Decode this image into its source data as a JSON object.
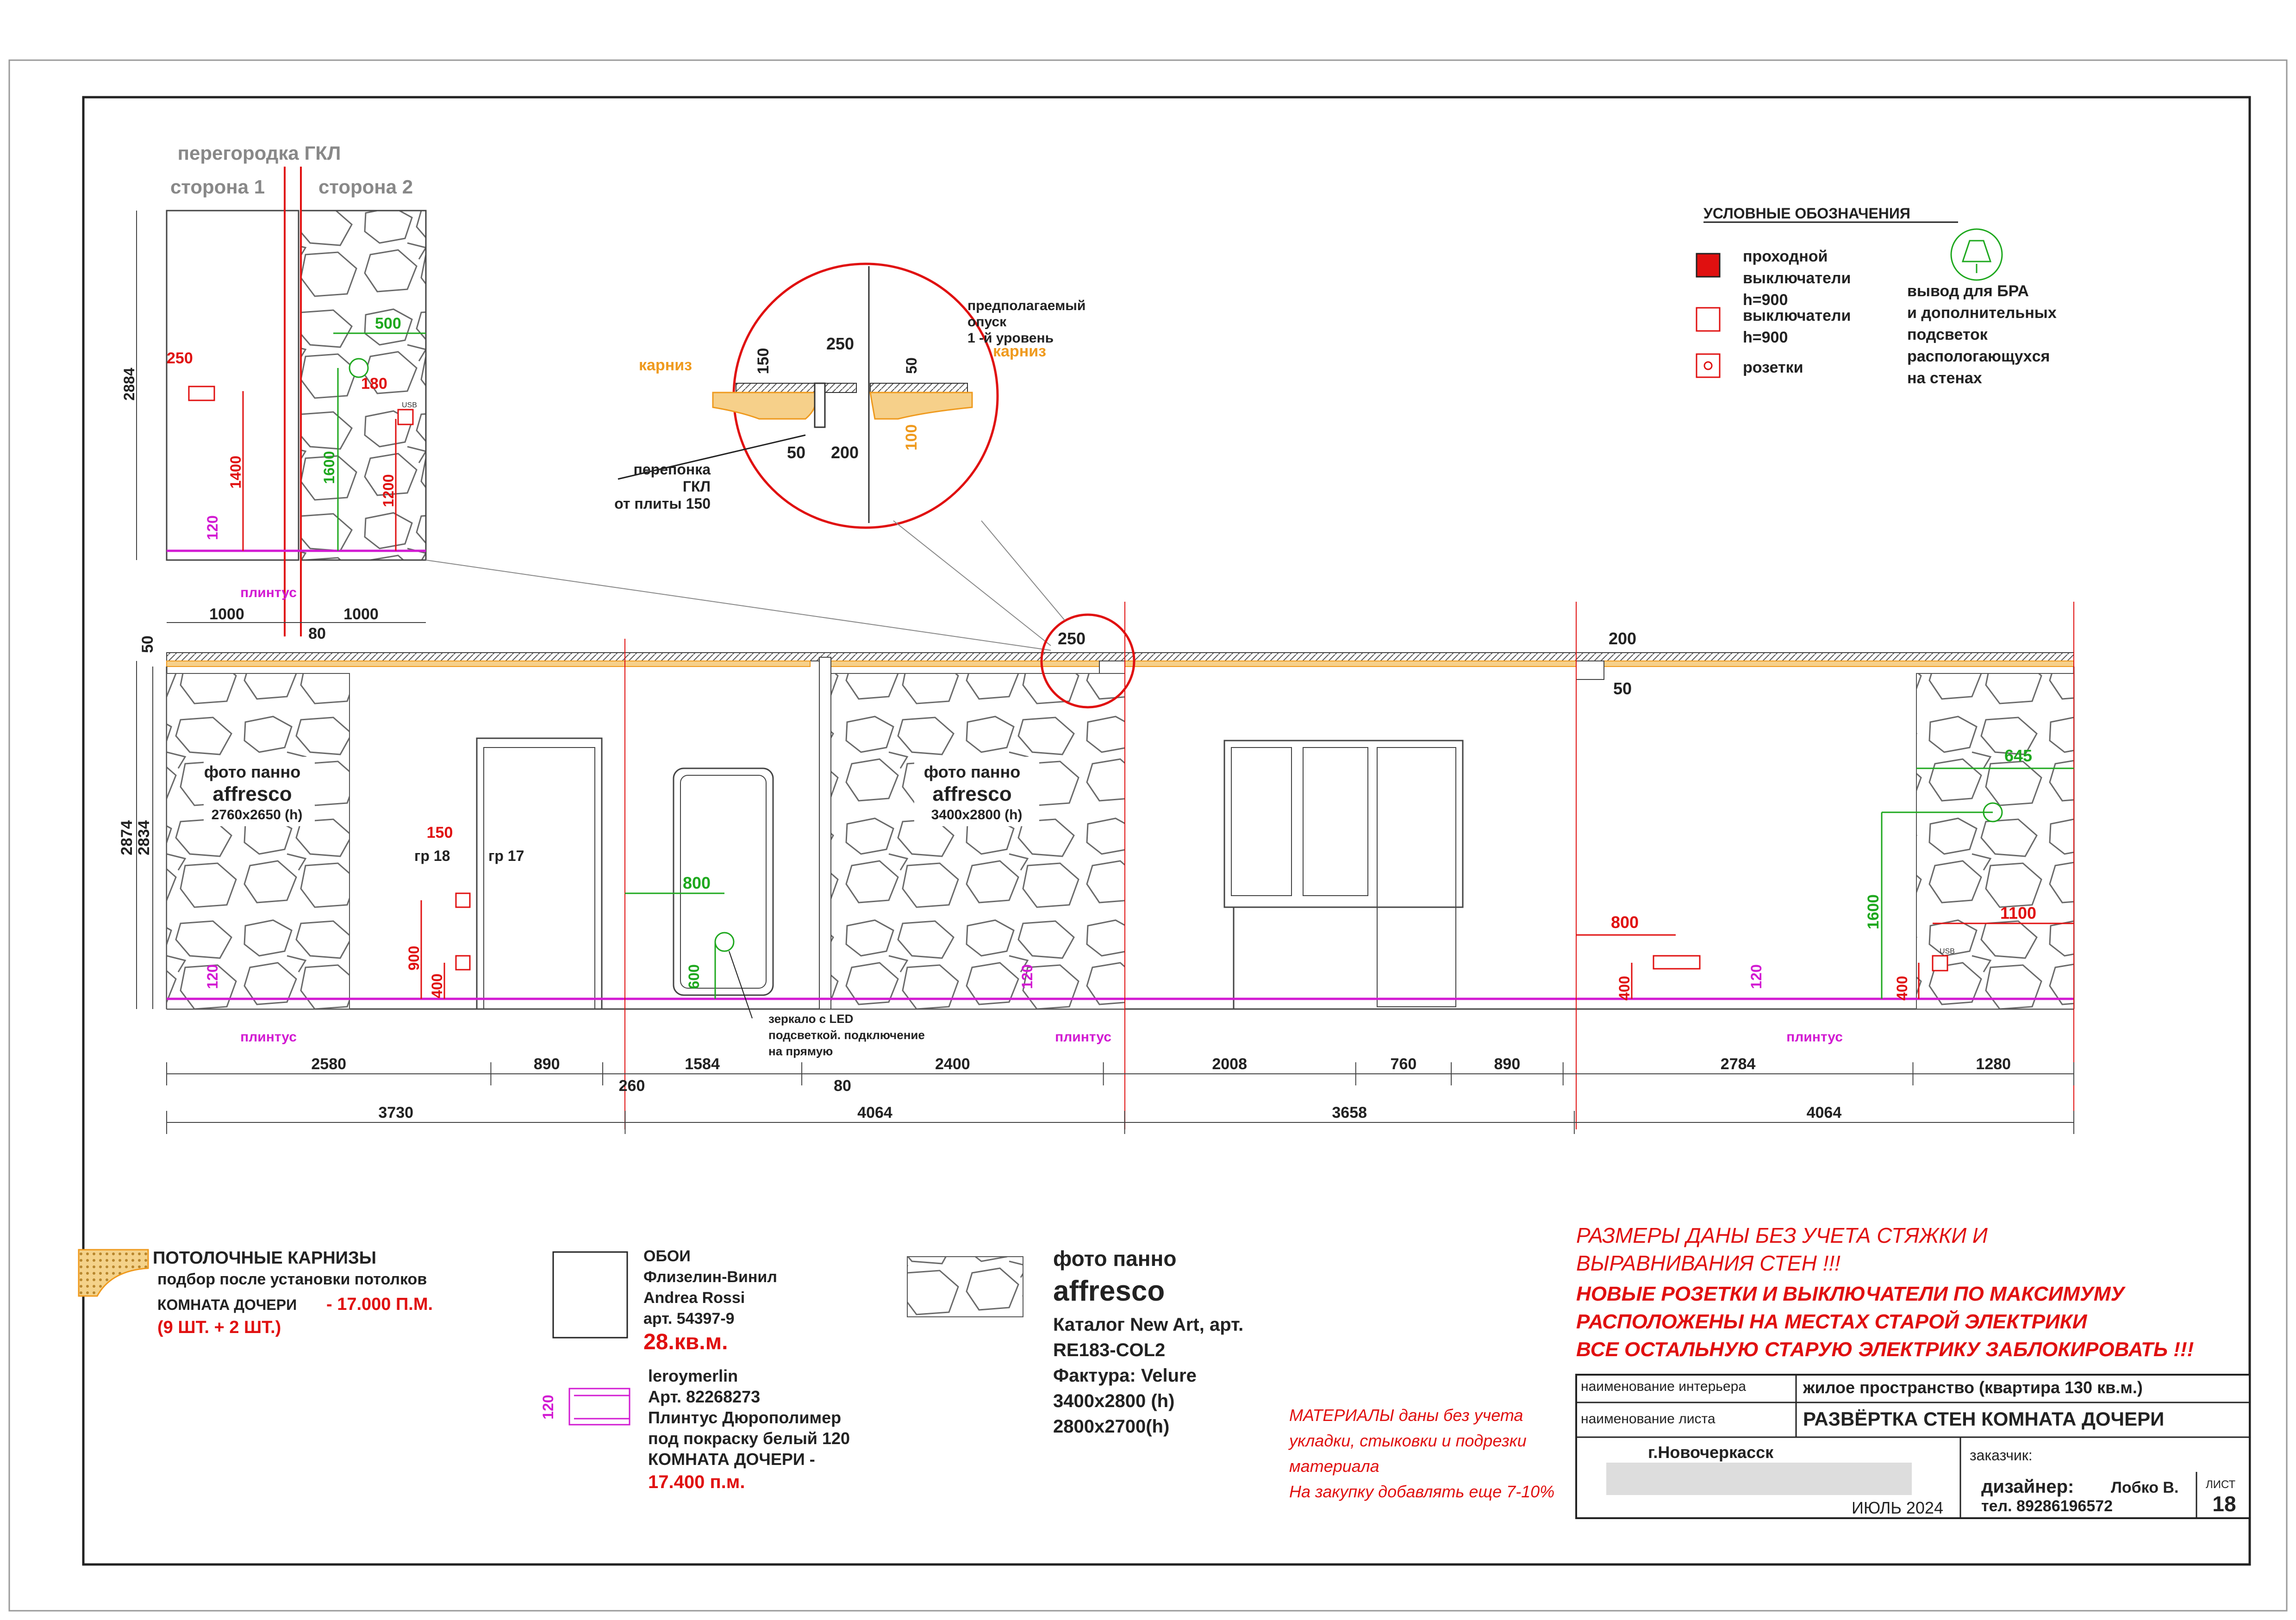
{
  "partition": {
    "title": "перегородка ГКЛ",
    "side1": "сторона 1",
    "side2": "сторона 2",
    "dims": {
      "height": "2884",
      "d250": "250",
      "d1400": "1400",
      "d120": "120",
      "d500": "500",
      "d180": "180",
      "d1600": "1600",
      "d1200": "1200",
      "w1": "1000",
      "w2": "1000",
      "w80": "80",
      "usb": "USB"
    },
    "plinth": "плинтус"
  },
  "detail": {
    "cornice_left": "карниз",
    "cornice_right": "карниз",
    "d150": "150",
    "d250": "250",
    "d50a": "50",
    "d50b": "50",
    "d200": "200",
    "d100": "100",
    "note_drop": [
      "предполагаемый",
      "опуск",
      "1 -й уровень"
    ],
    "note_gkl": [
      "перепонка",
      "ГКЛ",
      "от плиты 150"
    ]
  },
  "legend": {
    "title": "УСЛОВНЫЕ ОБОЗНАЧЕНИЯ",
    "pass_switch": [
      "проходной",
      "выключатели",
      "h=900"
    ],
    "switch": [
      "выключатели",
      "h=900"
    ],
    "socket": "розетки",
    "bra": [
      "вывод для БРА",
      "и дополнительных",
      "подсветок",
      "распологающуxся",
      "на стенах"
    ]
  },
  "elevation": {
    "d50": "50",
    "h2874": "2874",
    "h2834": "2834",
    "d250": "250",
    "d200": "200",
    "d50b": "50",
    "panel1": {
      "label": "фото панно",
      "brand": "affresco",
      "size": "2760x2650 (h)"
    },
    "panel2": {
      "label": "фото панно",
      "brand": "affresco",
      "size": "3400x2800 (h)"
    },
    "d150": "150",
    "gr18": "гр 18",
    "gr17": "гр 17",
    "d900": "900",
    "d400a": "400",
    "d120a": "120",
    "d800a": "800",
    "d600": "600",
    "d120b": "120",
    "mirror_note": [
      "зеркало с LED",
      "подсветкой. подключение",
      "на прямую"
    ],
    "d800b": "800",
    "d400b": "400",
    "d120c": "120",
    "d1600": "1600",
    "d400c": "400",
    "d645": "645",
    "d1100": "1100",
    "usb": "USB",
    "plinth": "плинтус",
    "row1": [
      "2580",
      "890",
      "1584",
      "2400",
      "2008",
      "760",
      "890",
      "2784",
      "1280"
    ],
    "d260": "260",
    "d80": "80",
    "row2": [
      "3730",
      "4064",
      "3658",
      "4064"
    ]
  },
  "bottom": {
    "cornice": {
      "title": "ПОТОЛОЧНЫЕ КАРНИЗЫ",
      "sub": "подбор после установки потолков",
      "room": "КОМНАТА ДОЧЕРИ",
      "qty": "- 17.000 П.М.",
      "pcs": "(9 ШТ. + 2 ШТ.)"
    },
    "wallpaper": {
      "title": "ОБОИ",
      "l1": "Флизелин-Винил",
      "l2": "Andrea Rossi",
      "l3": "арт. 54397-9",
      "area": "28.кв.м."
    },
    "plinth": {
      "dim": "120",
      "l1": "leroymerlin",
      "l2": "Арт. 82268273",
      "l3": "Плинтус  Дюрополимер",
      "l4": "под покраску белый 120",
      "l5": "КОМНАТА ДОЧЕРИ -",
      "qty": "17.400 п.м."
    },
    "photo": {
      "l1": "фото панно",
      "l2": "affresco",
      "l3": "Каталог New Art, арт.",
      "l4": "RE183-COL2",
      "l5": "Фактура: Velure",
      "l6": "3400x2800 (h)",
      "l7": "2800x2700(h)"
    },
    "materials": [
      "МАТЕРИАЛЫ  даны без учета",
      "укладки, стыковки и подрезки",
      "материала",
      "На закупку добавлять еще 7-10%"
    ],
    "warn1": [
      "РАЗМЕРЫ ДАНЫ БЕЗ УЧЕТА СТЯЖКИ И",
      "ВЫРАВНИВАНИЯ СТЕН !!!"
    ],
    "warn2": [
      "НОВЫЕ РОЗЕТКИ И ВЫКЛЮЧАТЕЛИ ПО МАКСИМУМУ",
      "РАСПОЛОЖЕНЫ НА МЕСТАХ СТАРОЙ ЭЛЕКТРИКИ",
      "ВСЕ ОСТАЛЬНУЮ СТАРУЮ ЭЛЕКТРИКУ ЗАБЛОКИРОВАТЬ !!!"
    ]
  },
  "titleblock": {
    "lbl_interior": "наименование интерьера",
    "val_interior": "жилое пространство (квартира 130 кв.м.)",
    "lbl_sheet": "наименование листа",
    "val_sheet": "РАЗВЁРТКА СТЕН КОМНАТА ДОЧЕРИ",
    "city": "г.Новочеркасск",
    "client": "заказчик:",
    "date": "ИЮЛЬ 2024",
    "designer_lbl": "дизайнер:",
    "designer": "Лобко В.",
    "phone": "тел. 89286196572",
    "sheet_lbl": "ЛИСТ",
    "sheet_no": "18"
  },
  "colors": {
    "red": "#e01010",
    "green": "#1ea81e",
    "magenta": "#d21ad2",
    "orange": "#ef9a1e",
    "dark": "#222222",
    "gray": "#888888"
  }
}
